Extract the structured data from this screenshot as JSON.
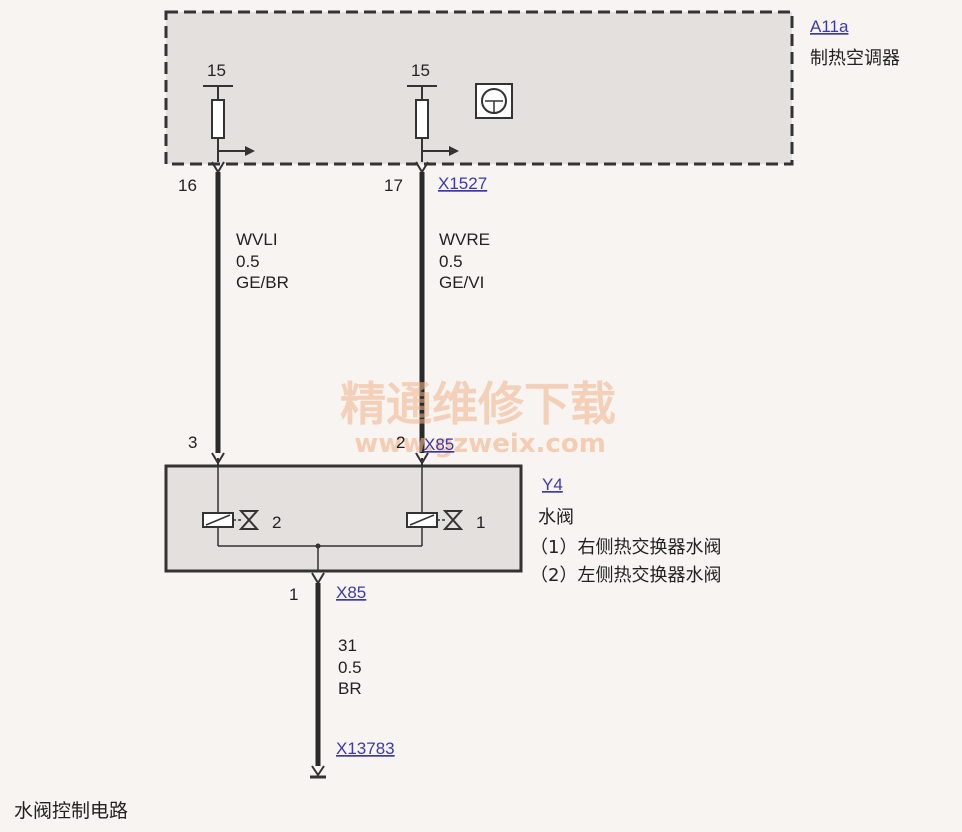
{
  "module_a11a": {
    "id": "A11a",
    "name": "制热空调器"
  },
  "terminal_15_left": "15",
  "terminal_15_right": "15",
  "connector_x1527": "X1527",
  "pin_16": "16",
  "pin_17": "17",
  "wire_left": {
    "name": "WVLI",
    "gauge": "0.5",
    "color": "GE/BR"
  },
  "wire_right": {
    "name": "WVRE",
    "gauge": "0.5",
    "color": "GE/VI"
  },
  "watermark": {
    "line1": "精通维修下载",
    "line2": "www.gzweix.com"
  },
  "pin_3": "3",
  "pin_2": "2",
  "connector_x85_top": "X85",
  "module_y4": {
    "id": "Y4",
    "name": "水阀",
    "item1": "（1）右侧热交换器水阀",
    "item2": "（2）左侧热交换器水阀",
    "valve_left_num": "2",
    "valve_right_num": "1"
  },
  "pin_1": "1",
  "connector_x85_bottom": "X85",
  "wire_ground": {
    "name": "31",
    "gauge": "0.5",
    "color": "BR"
  },
  "ground_connector": "X13783",
  "caption": "水阀控制电路"
}
